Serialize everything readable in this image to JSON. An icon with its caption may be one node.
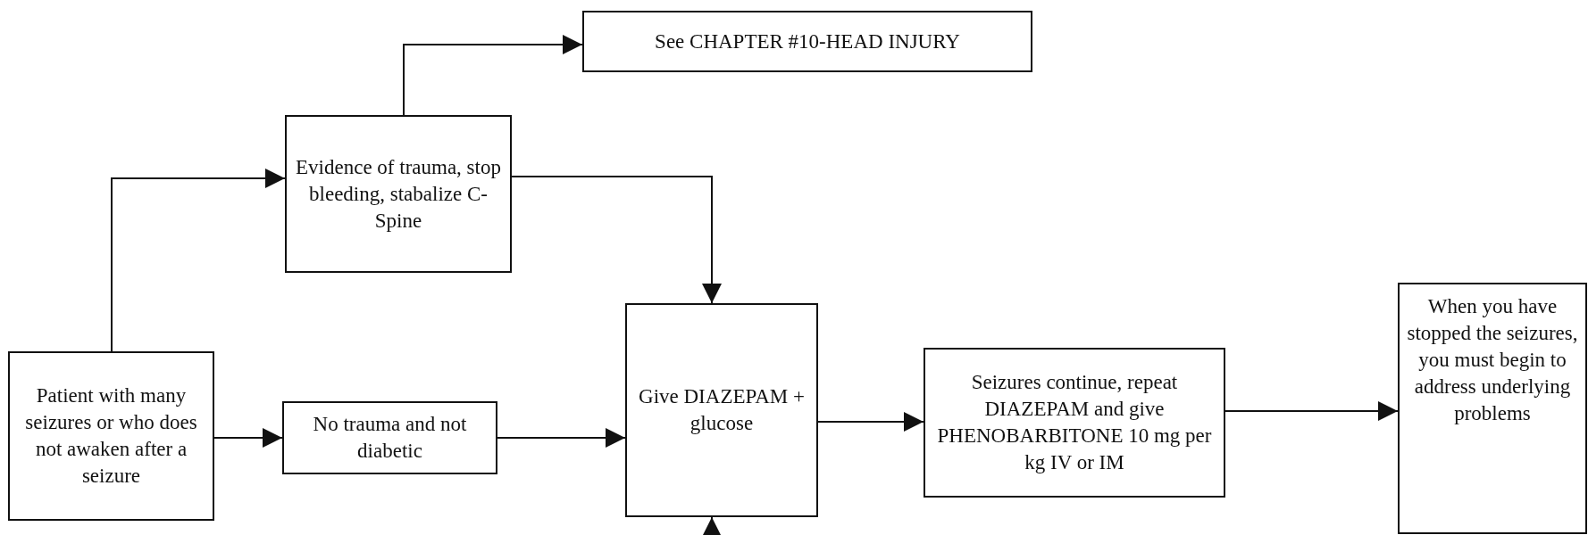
{
  "diagram": {
    "nodes": [
      {
        "text": [
          "Patient with many seizures or who does not awaken after a seizure"
        ]
      },
      {
        "text": [
          "Evidence of trauma, stop bleeding, stabalize C-Spine"
        ]
      },
      {
        "text": [
          "See CHAPTER #10-HEAD INJURY"
        ]
      },
      {
        "text": [
          "No trauma and not diabetic"
        ]
      },
      {
        "text": [
          "Give DIAZEPAM + glucose"
        ]
      },
      {
        "text": [
          "Seizures continue, repeat DIAZEPAM and give PHENOBARBITONE 10 mg per kg IV or IM"
        ]
      },
      {
        "text": [
          "When you have stopped the seizures, you must begin to address underlying problems"
        ]
      }
    ],
    "edges": [
      {
        "from": 0,
        "to": 1,
        "arrow": "to"
      },
      {
        "from": 1,
        "to": 2,
        "arrow": "to"
      },
      {
        "from": 1,
        "to": 4,
        "arrow": "to"
      },
      {
        "from": 0,
        "to": 3,
        "arrow": "to"
      },
      {
        "from": 3,
        "to": 4,
        "arrow": "to"
      },
      {
        "from": 4,
        "to": 5,
        "arrow": "to"
      },
      {
        "from": 5,
        "to": 6,
        "arrow": "to"
      },
      {
        "from": null,
        "to": 4,
        "arrow": "to"
      }
    ]
  }
}
